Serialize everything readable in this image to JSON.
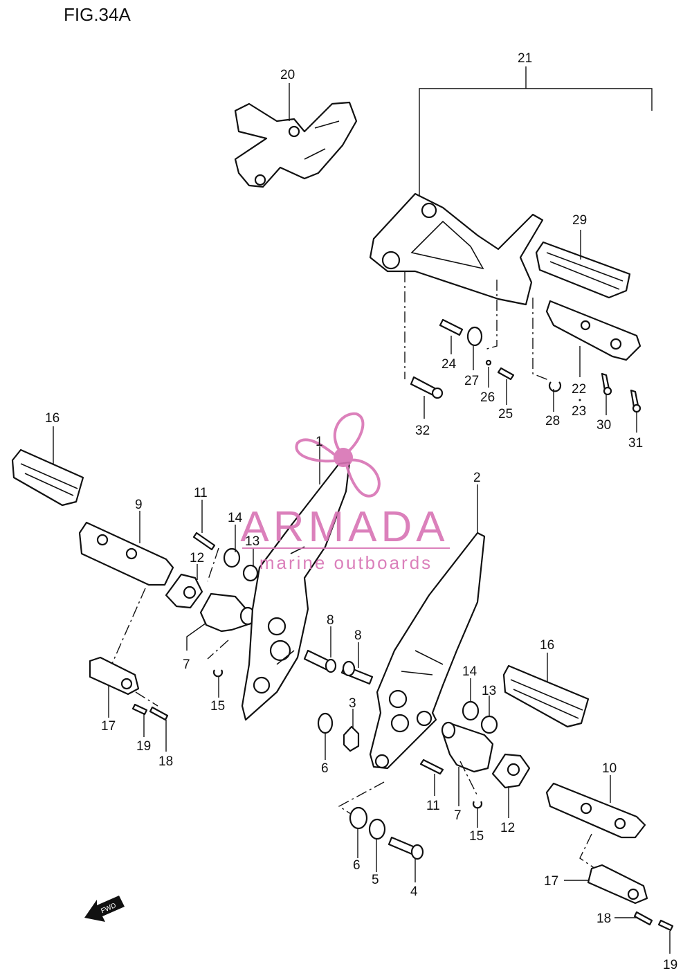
{
  "figure": {
    "title": "FIG.34A"
  },
  "watermark": {
    "brand": "ARMADA",
    "tagline": "marine outboards",
    "color": "#d873b4"
  },
  "direction_marker": {
    "label": "FWD"
  },
  "callouts": {
    "c1": "1",
    "c2": "2",
    "c3": "3",
    "c4": "4",
    "c5": "5",
    "c6a": "6",
    "c6b": "6",
    "c7a": "7",
    "c7b": "7",
    "c8a": "8",
    "c8b": "8",
    "c9": "9",
    "c10": "10",
    "c11a": "11",
    "c11b": "11",
    "c12a": "12",
    "c12b": "12",
    "c13a": "13",
    "c13b": "13",
    "c14a": "14",
    "c14b": "14",
    "c15a": "15",
    "c15b": "15",
    "c16a": "16",
    "c16b": "16",
    "c17a": "17",
    "c17b": "17",
    "c18a": "18",
    "c18b": "18",
    "c19a": "19",
    "c19b": "19",
    "c20": "20",
    "c21": "21",
    "c22": "22",
    "c23": "23",
    "c24": "24",
    "c25": "25",
    "c26": "26",
    "c27": "27",
    "c28": "28",
    "c29": "29",
    "c30": "30",
    "c31": "31",
    "c32": "32"
  }
}
